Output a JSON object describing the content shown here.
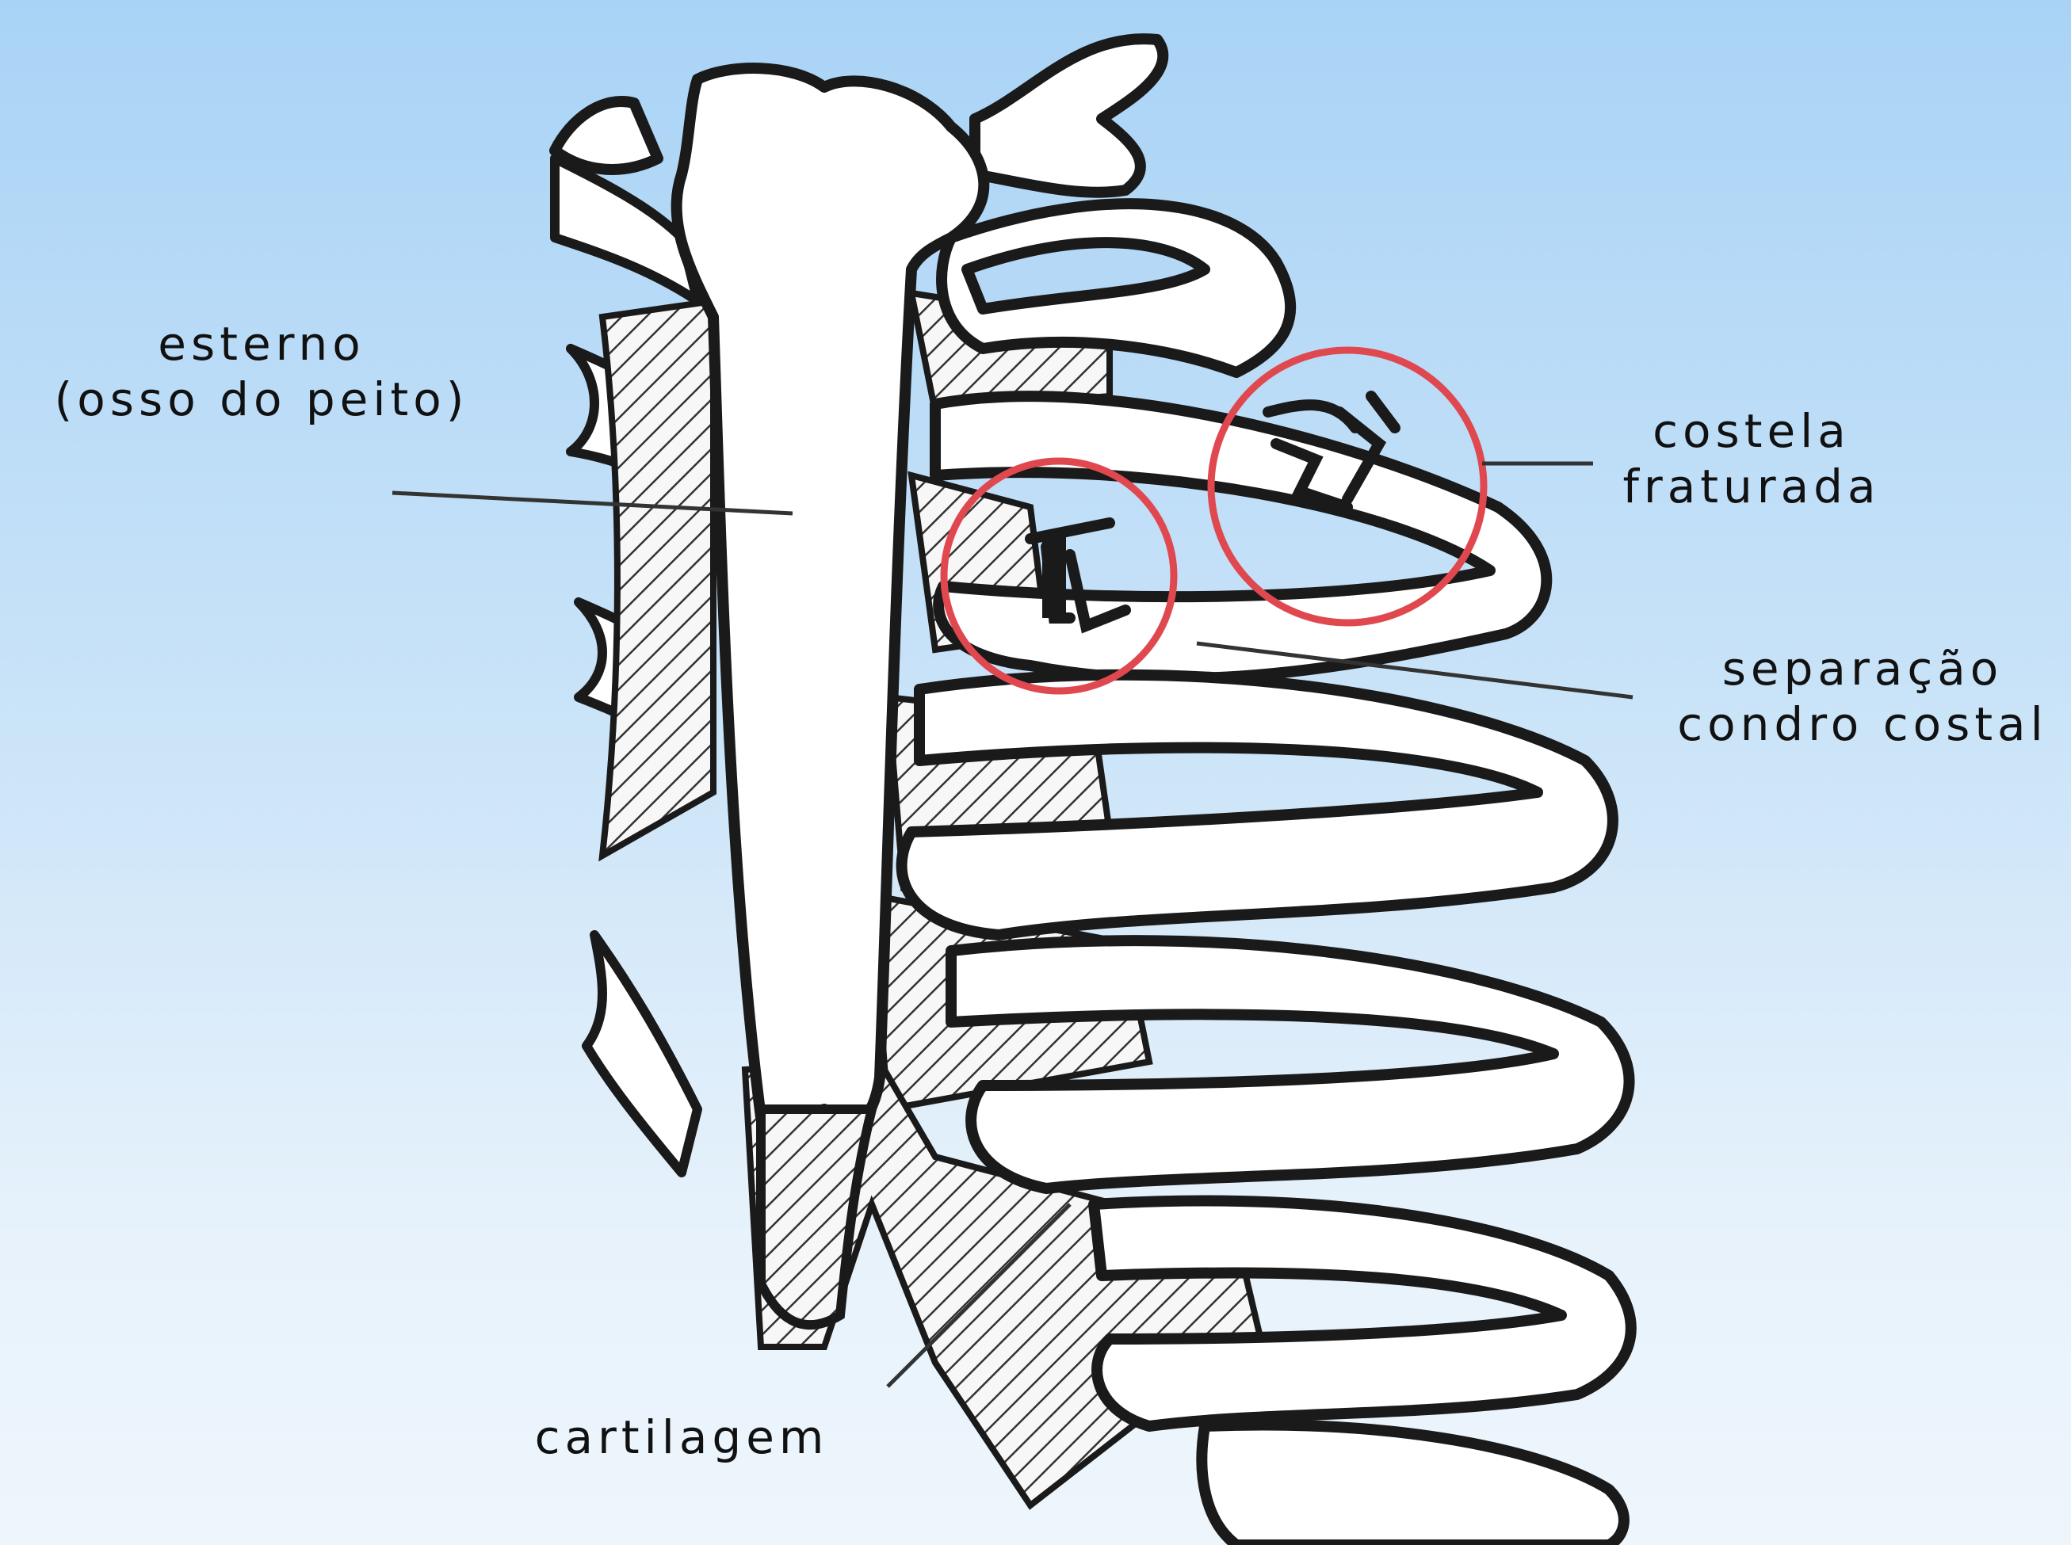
{
  "labels": {
    "sternum": {
      "line1": "esterno",
      "line2": "(osso do peito)"
    },
    "fractured_rib": {
      "line1": "costela",
      "line2": "fraturada"
    },
    "separation": {
      "line1": "separação",
      "line2": "condro costal"
    },
    "cartilage": {
      "line1": "cartilagem"
    }
  },
  "colors": {
    "background_top": "#a9d3f6",
    "background_bottom": "#eef6fc",
    "bone": "#ffffff",
    "outline": "#1a1a1a",
    "cartilage_hatch": "#333333",
    "highlight_circle": "#e0484f"
  }
}
